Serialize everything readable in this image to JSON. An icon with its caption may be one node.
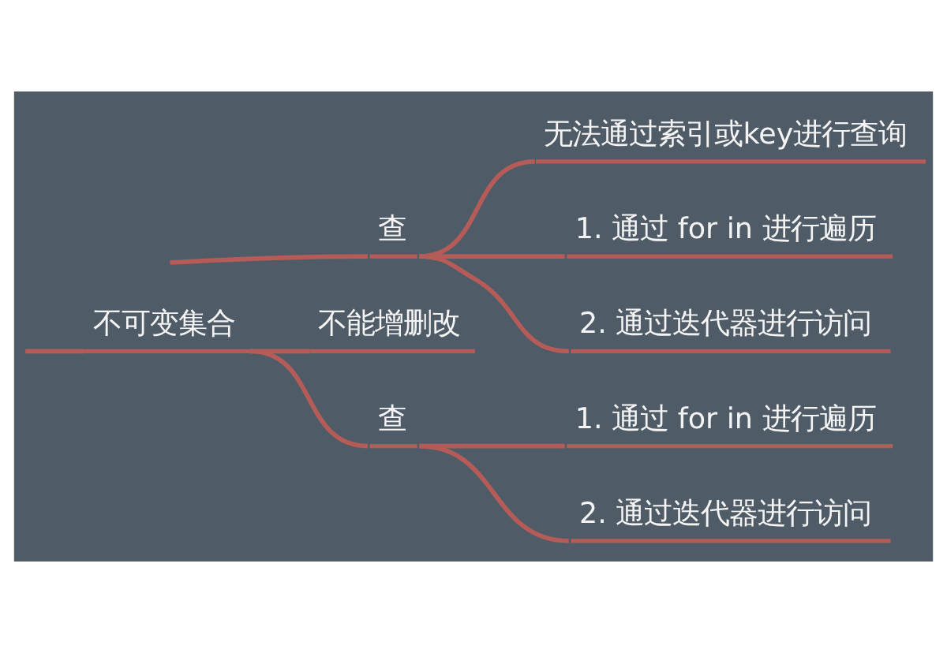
{
  "diagram": {
    "nodes": [
      {
        "text": [
          "查"
        ]
      },
      {
        "text": [
          "无法通过索引或key进行查询"
        ]
      },
      {
        "text": [
          "1. 通过 for in 进行遍历"
        ]
      },
      {
        "text": [
          "2. 通过迭代器进行访问"
        ]
      },
      {
        "text": [
          "不可变集合"
        ]
      },
      {
        "text": [
          "不能增删改"
        ]
      },
      {
        "text": [
          "查"
        ]
      },
      {
        "text": [
          "1. 通过 for in 进行遍历"
        ]
      },
      {
        "text": [
          "2. 通过迭代器进行访问"
        ]
      }
    ],
    "edges": [
      {
        "from": null,
        "to": 0,
        "arrow": "none"
      },
      {
        "from": 0,
        "to": 1,
        "arrow": "none"
      },
      {
        "from": 0,
        "to": 2,
        "arrow": "none"
      },
      {
        "from": 0,
        "to": 3,
        "arrow": "none"
      },
      {
        "from": null,
        "to": 4,
        "arrow": "none"
      },
      {
        "from": 4,
        "to": 5,
        "arrow": "none"
      },
      {
        "from": 4,
        "to": 6,
        "arrow": "none"
      },
      {
        "from": 6,
        "to": 7,
        "arrow": "none"
      },
      {
        "from": 6,
        "to": 8,
        "arrow": "none"
      }
    ]
  }
}
